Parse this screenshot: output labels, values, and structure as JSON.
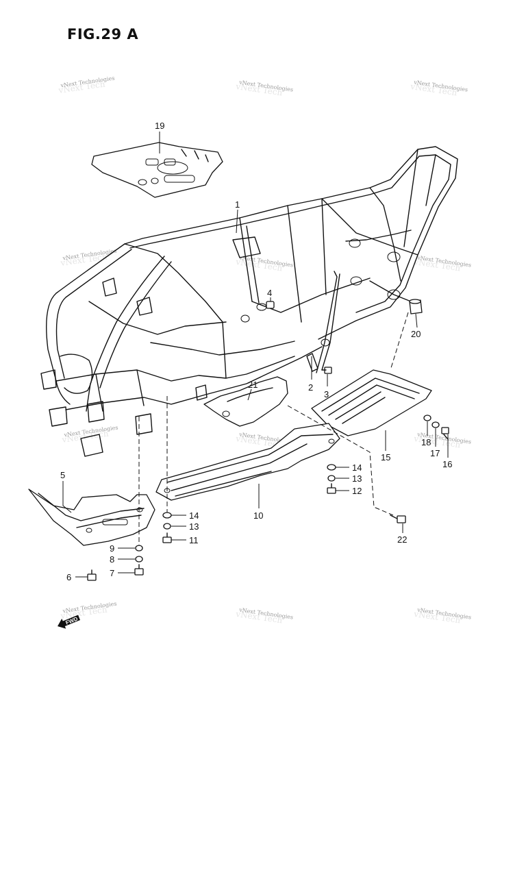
{
  "figure": {
    "title": "FIG.29 A"
  },
  "watermark": {
    "text": "vNext Technologies",
    "ghost": "vNext Tech"
  },
  "fwd_arrow": {
    "label": "FWD"
  },
  "callouts": [
    {
      "id": "c1",
      "label": "1"
    },
    {
      "id": "c2",
      "label": "2"
    },
    {
      "id": "c3",
      "label": "3"
    },
    {
      "id": "c4",
      "label": "4"
    },
    {
      "id": "c5",
      "label": "5"
    },
    {
      "id": "c6",
      "label": "6"
    },
    {
      "id": "c7",
      "label": "7"
    },
    {
      "id": "c8",
      "label": "8"
    },
    {
      "id": "c9",
      "label": "9"
    },
    {
      "id": "c10",
      "label": "10"
    },
    {
      "id": "c11",
      "label": "11"
    },
    {
      "id": "c12",
      "label": "12"
    },
    {
      "id": "c13a",
      "label": "13"
    },
    {
      "id": "c13b",
      "label": "13"
    },
    {
      "id": "c14a",
      "label": "14"
    },
    {
      "id": "c14b",
      "label": "14"
    },
    {
      "id": "c15",
      "label": "15"
    },
    {
      "id": "c16",
      "label": "16"
    },
    {
      "id": "c17",
      "label": "17"
    },
    {
      "id": "c18",
      "label": "18"
    },
    {
      "id": "c19",
      "label": "19"
    },
    {
      "id": "c20",
      "label": "20"
    },
    {
      "id": "c21",
      "label": "21"
    },
    {
      "id": "c22",
      "label": "22"
    }
  ]
}
